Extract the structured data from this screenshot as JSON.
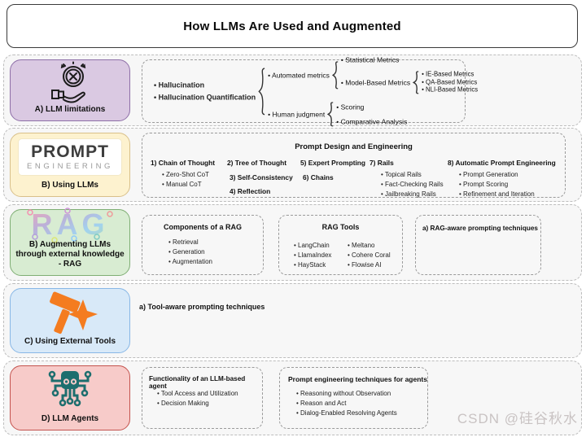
{
  "title": "How LLMs Are Used and Augmented",
  "watermark": "CSDN @硅谷秋水",
  "colors": {
    "limitations_bg": "#dac9e2",
    "limitations_border": "#8e6fa8",
    "prompt_bg": "#fdf2cf",
    "prompt_border": "#d9c08a",
    "rag_bg": "#d8ecd2",
    "rag_border": "#7fae74",
    "tools_bg": "#d8e9f8",
    "tools_border": "#88b7e6",
    "agents_bg": "#f7cbc9",
    "agents_border": "#c4534e",
    "tools_icon": "#f47c20",
    "agents_icon": "#1d6e6e"
  },
  "row_a": {
    "label": "A) LLM limitations",
    "root": [
      "Hallucination",
      "Hallucination Quantification"
    ],
    "branch1_label": "Automated metrics",
    "branch1_leaf1": "Statistical Metrics",
    "branch1_leaf2": "Model-Based Metrics",
    "model_children": [
      "IE-Based Metrics",
      "QA-Based Metrics",
      "NLI-Based Metrics"
    ],
    "branch2_label": "Human judgment",
    "branch2_children": [
      "Scoring",
      "Comparative Analysis"
    ]
  },
  "row_b": {
    "label": "B) Using LLMs",
    "logo_line1": "PROMPT",
    "logo_line2": "ENGINEERING",
    "box_title": "Prompt Design and Engineering",
    "col1_title": "1) Chain of Thought",
    "col1_items": [
      "Zero-Shot CoT",
      "Manual CoT"
    ],
    "col2_items": [
      "2) Tree of Thought",
      "3) Self-Consistency",
      "4) Reflection"
    ],
    "col3_items": [
      "5) Expert Prompting",
      "6) Chains"
    ],
    "col4_title": "7) Rails",
    "col4_items": [
      "Topical Rails",
      "Fact-Checking Rails",
      "Jailbreaking Rails"
    ],
    "col5_title": "8) Automatic Prompt Engineering",
    "col5_items": [
      "Prompt Generation",
      "Prompt Scoring",
      "Refinement and Iteration"
    ]
  },
  "row_c": {
    "label": "B) Augmenting LLMs through external knowledge - RAG",
    "logo_text": "RAG",
    "box1_title": "Components of a RAG",
    "box1_items": [
      "Retrieval",
      "Generation",
      "Augmentation"
    ],
    "box2_title": "RAG Tools",
    "box2_col1": [
      "LangChain",
      "LlamaIndex",
      "HayStack"
    ],
    "box2_col2": [
      "Meltano",
      "Cohere Coral",
      "Flowise AI"
    ],
    "box3_title": "a) RAG-aware prompting techniques"
  },
  "row_d": {
    "label": "C) Using External Tools",
    "note": "a) Tool-aware prompting techniques"
  },
  "row_e": {
    "label": "D) LLM Agents",
    "box1_title": "Functionality of an LLM-based agent",
    "box1_items": [
      "Tool Access and Utilization",
      "Decision Making"
    ],
    "box2_title": "Prompt engineering techniques for agents",
    "box2_items": [
      "Reasoning without Observation",
      "Reason and Act",
      "Dialog-Enabled Resolving Agents"
    ]
  }
}
